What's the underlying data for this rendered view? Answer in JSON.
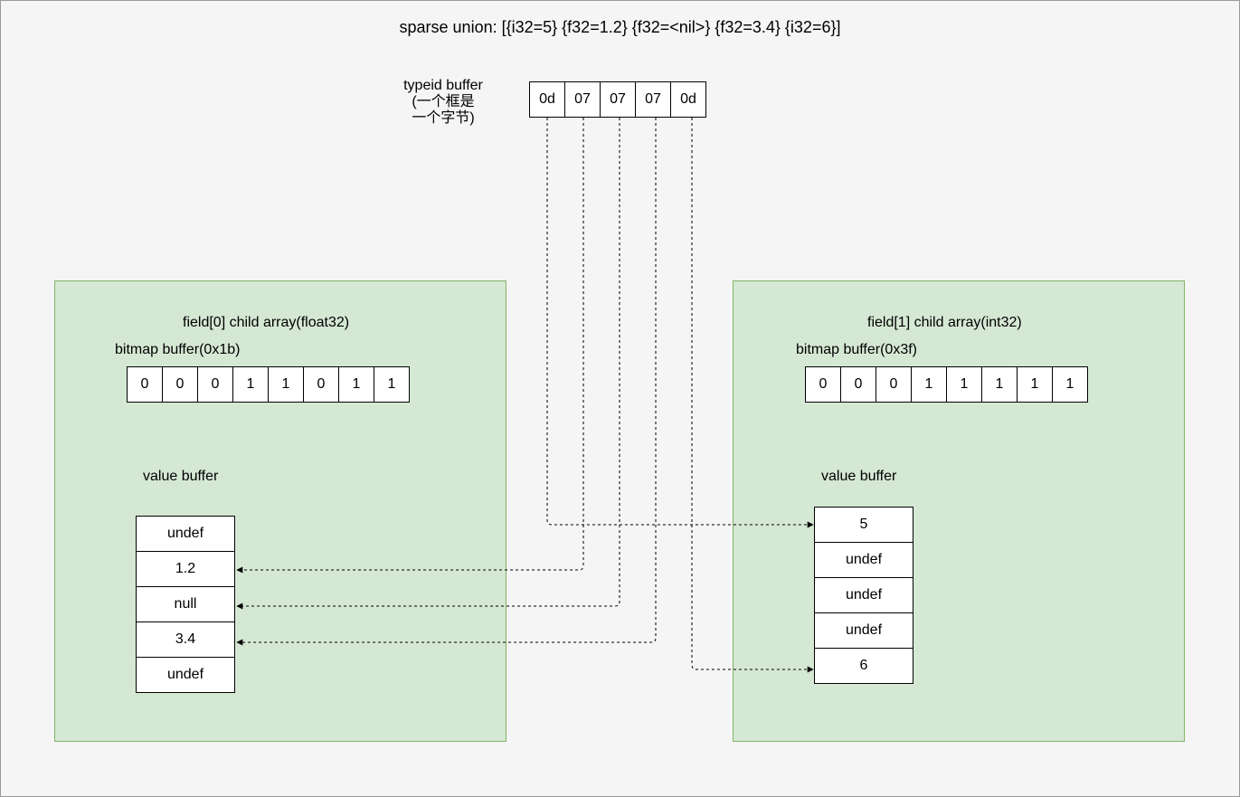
{
  "title": "sparse union: [{i32=5} {f32=1.2} {f32=<nil>} {f32=3.4} {i32=6}]",
  "typeid_buffer": {
    "label_lines": [
      "typeid buffer",
      "(一个框是",
      "一个字节)"
    ],
    "bytes": [
      "0d",
      "07",
      "07",
      "07",
      "0d"
    ]
  },
  "field0": {
    "title": "field[0] child array(float32)",
    "bitmap_label": "bitmap buffer(0x1b)",
    "bitmap": [
      "0",
      "0",
      "0",
      "1",
      "1",
      "0",
      "1",
      "1"
    ],
    "value_label": "value buffer",
    "values": [
      "undef",
      "1.2",
      "null",
      "3.4",
      "undef"
    ]
  },
  "field1": {
    "title": "field[1] child array(int32)",
    "bitmap_label": "bitmap buffer(0x3f)",
    "bitmap": [
      "0",
      "0",
      "0",
      "1",
      "1",
      "1",
      "1",
      "1"
    ],
    "value_label": "value buffer",
    "values": [
      "5",
      "undef",
      "undef",
      "undef",
      "6"
    ]
  },
  "colors": {
    "panel_fill": "#d5e8d4",
    "panel_border": "#82b366",
    "background": "#f5f5f5"
  }
}
